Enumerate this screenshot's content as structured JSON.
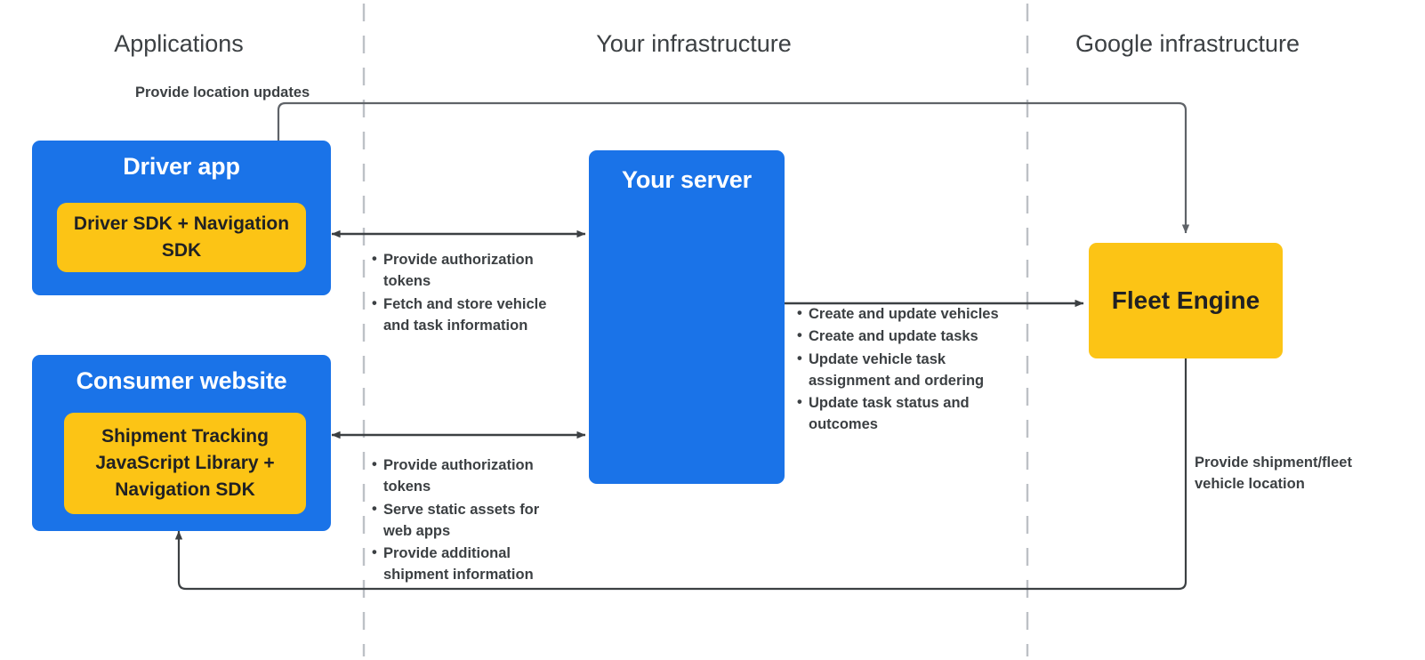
{
  "zones": [
    {
      "name": "applications",
      "label": "Applications"
    },
    {
      "name": "your-infrastructure",
      "label": "Your infrastructure"
    },
    {
      "name": "google-infrastructure",
      "label": "Google infrastructure"
    }
  ],
  "boxes": {
    "driver_app": {
      "title": "Driver app",
      "inner_label": "Driver SDK +\nNavigation SDK"
    },
    "consumer_website": {
      "title": "Consumer website",
      "inner_label": "Shipment Tracking\nJavaScript Library  +\nNavigation SDK"
    },
    "your_server": {
      "title": "Your server"
    },
    "fleet_engine": {
      "title": "Fleet Engine"
    }
  },
  "annotations": {
    "location_updates": "Provide location updates",
    "shipment_fleet_location": "Provide shipment/fleet\nvehicle location"
  },
  "bullet_lists": {
    "driver_to_server": [
      "Provide authorization tokens",
      "Fetch and store vehicle and task information"
    ],
    "server_to_fleet_engine": [
      "Create and update vehicles",
      "Create and update tasks",
      "Update vehicle task assignment and ordering",
      "Update task status and outcomes"
    ],
    "consumer_to_server": [
      "Provide authorization tokens",
      "Serve static assets for web apps",
      "Provide additional shipment information"
    ]
  },
  "colors": {
    "brand_blue": "#1a73e8",
    "brand_yellow": "#fcc415",
    "text_dark": "#3c4043",
    "line_gray": "#5f6368",
    "divider_gray": "#bdc1c6",
    "box_text_light": "#ffffff"
  }
}
